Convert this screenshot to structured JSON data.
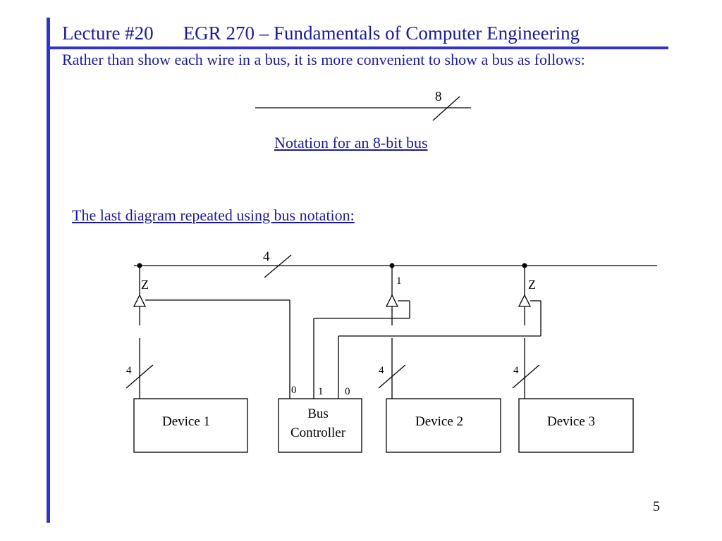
{
  "header": {
    "lecture": "Lecture #20",
    "course": "EGR 270 – Fundamentals of Computer Engineering"
  },
  "intro": "Rather than show each wire in a bus, it is more convenient to show a bus as follows:",
  "bus_notation": {
    "width_label": "8",
    "caption": "Notation for an 8-bit bus"
  },
  "diagram": {
    "caption": "The last diagram repeated using bus notation:",
    "bus_width": "4",
    "buffer_states": [
      "Z",
      "1",
      "Z"
    ],
    "device_bus_widths": [
      "4",
      "4",
      "4"
    ],
    "controller_outputs": [
      "0",
      "1",
      "0"
    ],
    "devices": [
      "Device 1",
      "Device 2",
      "Device 3"
    ],
    "controller": [
      "Bus",
      "Controller"
    ]
  },
  "page_number": "5",
  "colors": {
    "accent": "#3333cc",
    "heading_text": "#1a1a99"
  }
}
